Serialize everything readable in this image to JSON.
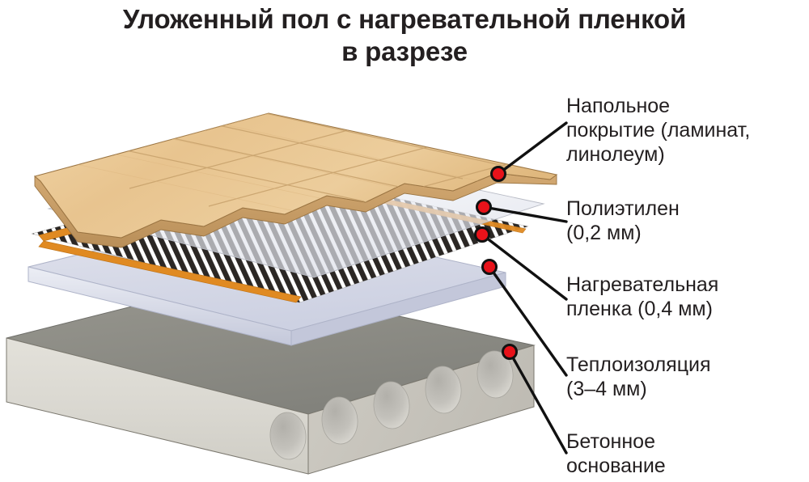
{
  "title": {
    "line1": "Уложенный пол с нагревательной пленкой",
    "line2": "в разрезе"
  },
  "diagram": {
    "type": "exploded-isometric-cross-section",
    "layer_count": 5,
    "colors": {
      "wood_top": "#e8c48f",
      "wood_edge": "#c9a06a",
      "polyethylene": "#e9eaf0",
      "film_stripe": "#2b2724",
      "film_busbar": "#e08a22",
      "insulation": "#d5d8e6",
      "insulation_edge": "#c2c6d8",
      "slab_top": "#8c8c87",
      "slab_face": "#d9d7d0",
      "void": "#b8b6b0",
      "marker": "#e8121a",
      "marker_outline": "#111111",
      "leader": "#111111"
    },
    "layers": [
      {
        "id": "floor-covering",
        "name": "Напольное покрытие",
        "order": 1
      },
      {
        "id": "polyethylene",
        "name": "Полиэтилен",
        "order": 2
      },
      {
        "id": "heating-film",
        "name": "Нагревательная пленка",
        "order": 3
      },
      {
        "id": "thermal-insulation",
        "name": "Теплоизоляция",
        "order": 4
      },
      {
        "id": "concrete-base",
        "name": "Бетонное основание",
        "order": 5
      }
    ],
    "slab_voids": 5
  },
  "labels": {
    "floor": {
      "line1": "Напольное",
      "line2": "покрытие (ламинат,",
      "line3": "линолеум)"
    },
    "polyethylene": {
      "line1": "Полиэтилен",
      "line2": "(0,2 мм)"
    },
    "film": {
      "line1": "Нагревательная",
      "line2": "пленка (0,4 мм)"
    },
    "insulation": {
      "line1": "Теплоизоляция",
      "line2": "(3–4 мм)"
    },
    "base": {
      "line1": "Бетонное",
      "line2": "основание"
    }
  }
}
